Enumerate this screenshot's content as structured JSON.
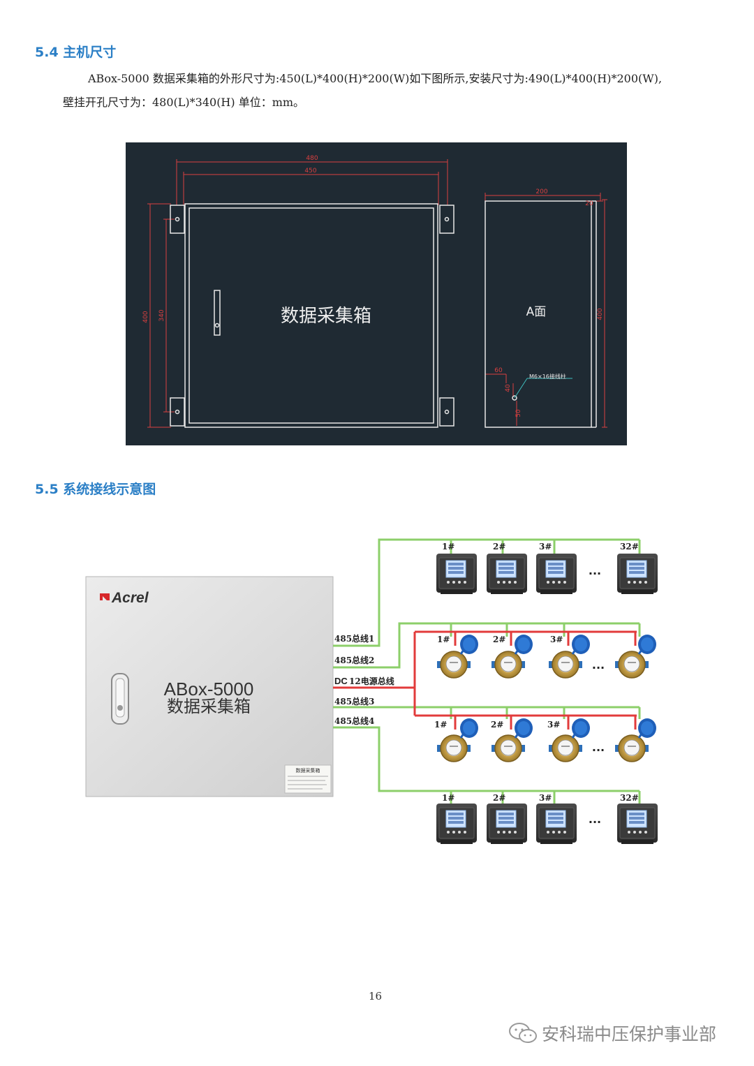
{
  "section54": {
    "heading": "5.4 主机尺寸",
    "para_line1": "ABox-5000 数据采集箱的外形尺寸为:450(L)*400(H)*200(W)如下图所示,安装尺寸为:490(L)*400(H)*200(W),",
    "para_line2": "壁挂开孔尺寸为：480(L)*340(H) 单位：mm。"
  },
  "drawing": {
    "front_label": "数据采集箱",
    "side_label": "A面",
    "dim_480": "480",
    "dim_450": "450",
    "dim_400": "400",
    "dim_340": "340",
    "dim_200": "200",
    "dim_side_400": "400",
    "dim_20": "20",
    "dim_40": "40",
    "dim_50": "50",
    "dim_60": "60",
    "terminal_note": "M6×16接线柱"
  },
  "section55": {
    "heading": "5.5 系统接线示意图"
  },
  "wiring": {
    "brand": "Acrel",
    "model": "ABox-5000",
    "box_label": "数据采集箱",
    "nameplate_title": "数据采集箱",
    "bus1": "485总线1",
    "bus2": "485总线2",
    "dc_prefix": "DC",
    "dc_rest": "12电源总线",
    "bus3": "485总线3",
    "bus4": "485总线4",
    "top_meters": [
      "1#",
      "2#",
      "3#",
      "32#"
    ],
    "water_row1": [
      "1#",
      "2#",
      "3#"
    ],
    "water_row2": [
      "1#",
      "2#",
      "3#"
    ],
    "bottom_meters": [
      "1#",
      "2#",
      "3#",
      "32#"
    ],
    "ellipsis": "···"
  },
  "footer": {
    "page_number": "16",
    "watermark": "安科瑞中压保护事业部"
  },
  "colors": {
    "heading": "#2b7fc6",
    "cad_bg": "#1f2a33",
    "cad_dim": "#d94040",
    "bus_green": "#8ccf6a",
    "power_red": "#e23b3b"
  }
}
